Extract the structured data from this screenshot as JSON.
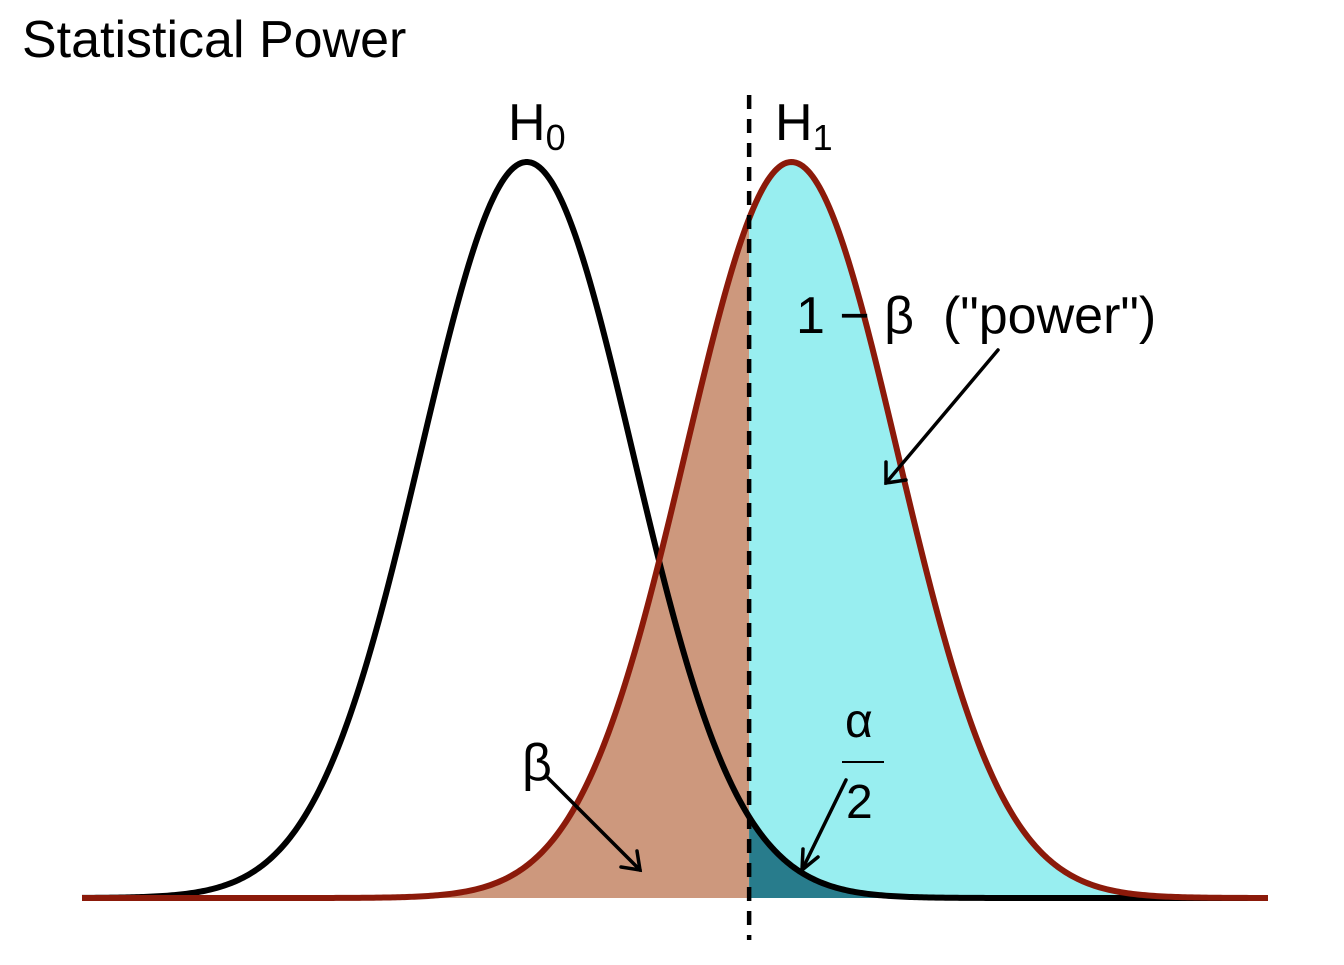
{
  "title": "Statistical Power",
  "labels": {
    "h0": "H",
    "h0_sub": "0",
    "h1": "H",
    "h1_sub": "1",
    "power": "1 − β  (\"power\")",
    "beta": "β",
    "alpha_numerator": "α",
    "alpha_denominator": "2"
  },
  "colors": {
    "h0_curve": "#000000",
    "h1_curve": "#8b1a0a",
    "beta_fill": "#cd987d",
    "power_fill": "#98eef0",
    "alpha_fill": "#287c8c",
    "critical_line": "#000000",
    "arrow": "#000000"
  },
  "distributions": {
    "h0": {
      "mean": 0,
      "sd": 1
    },
    "h1": {
      "mean": 2.5,
      "sd": 1
    },
    "critical_value": 2.1,
    "x_range": [
      -4.2,
      7
    ]
  }
}
